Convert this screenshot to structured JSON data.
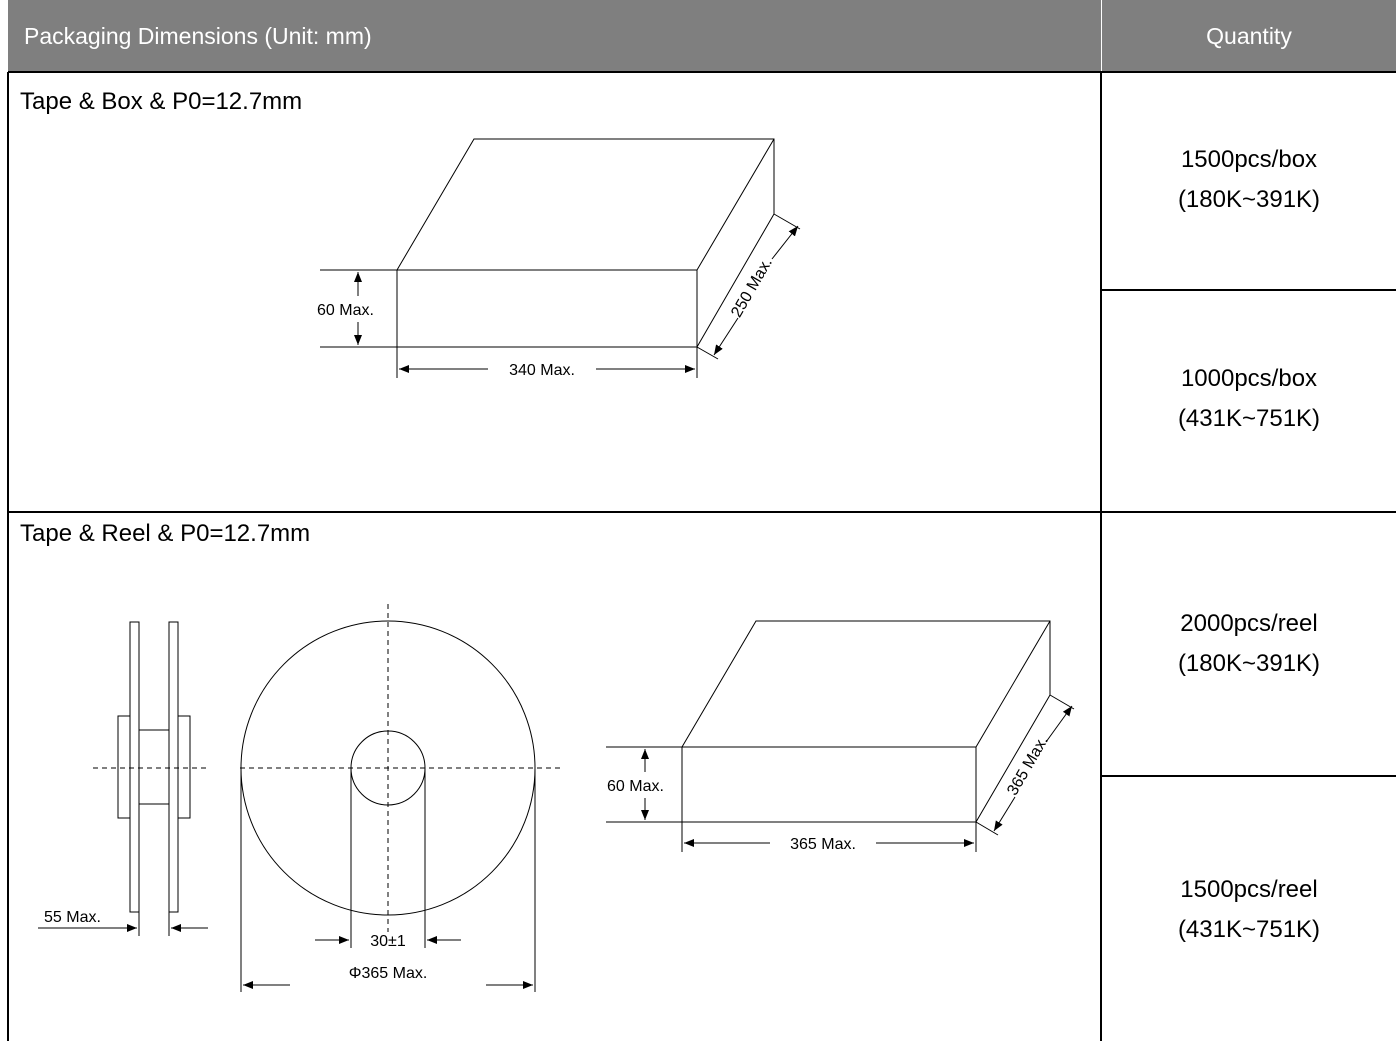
{
  "header": {
    "dimensions_label": "Packaging Dimensions (Unit: mm)",
    "quantity_label": "Quantity"
  },
  "box_section": {
    "title": "Tape & Box & P0=12.7mm",
    "height_label": "60 Max.",
    "width_label": "340 Max.",
    "depth_label": "250 Max.",
    "quantities": [
      {
        "count": "1500pcs/box",
        "range": "(180K~391K)"
      },
      {
        "count": "1000pcs/box",
        "range": "(431K~751K)"
      }
    ]
  },
  "reel_section": {
    "title": "Tape & Reel & P0=12.7mm",
    "reel_width_label": "55 Max.",
    "hub_label": "30±1",
    "diameter_label": "Φ365 Max.",
    "box_height_label": "60 Max.",
    "box_width_label": "365 Max.",
    "box_depth_label": "365 Max.",
    "quantities": [
      {
        "count": "2000pcs/reel",
        "range": "(180K~391K)"
      },
      {
        "count": "1500pcs/reel",
        "range": "(431K~751K)"
      }
    ]
  }
}
